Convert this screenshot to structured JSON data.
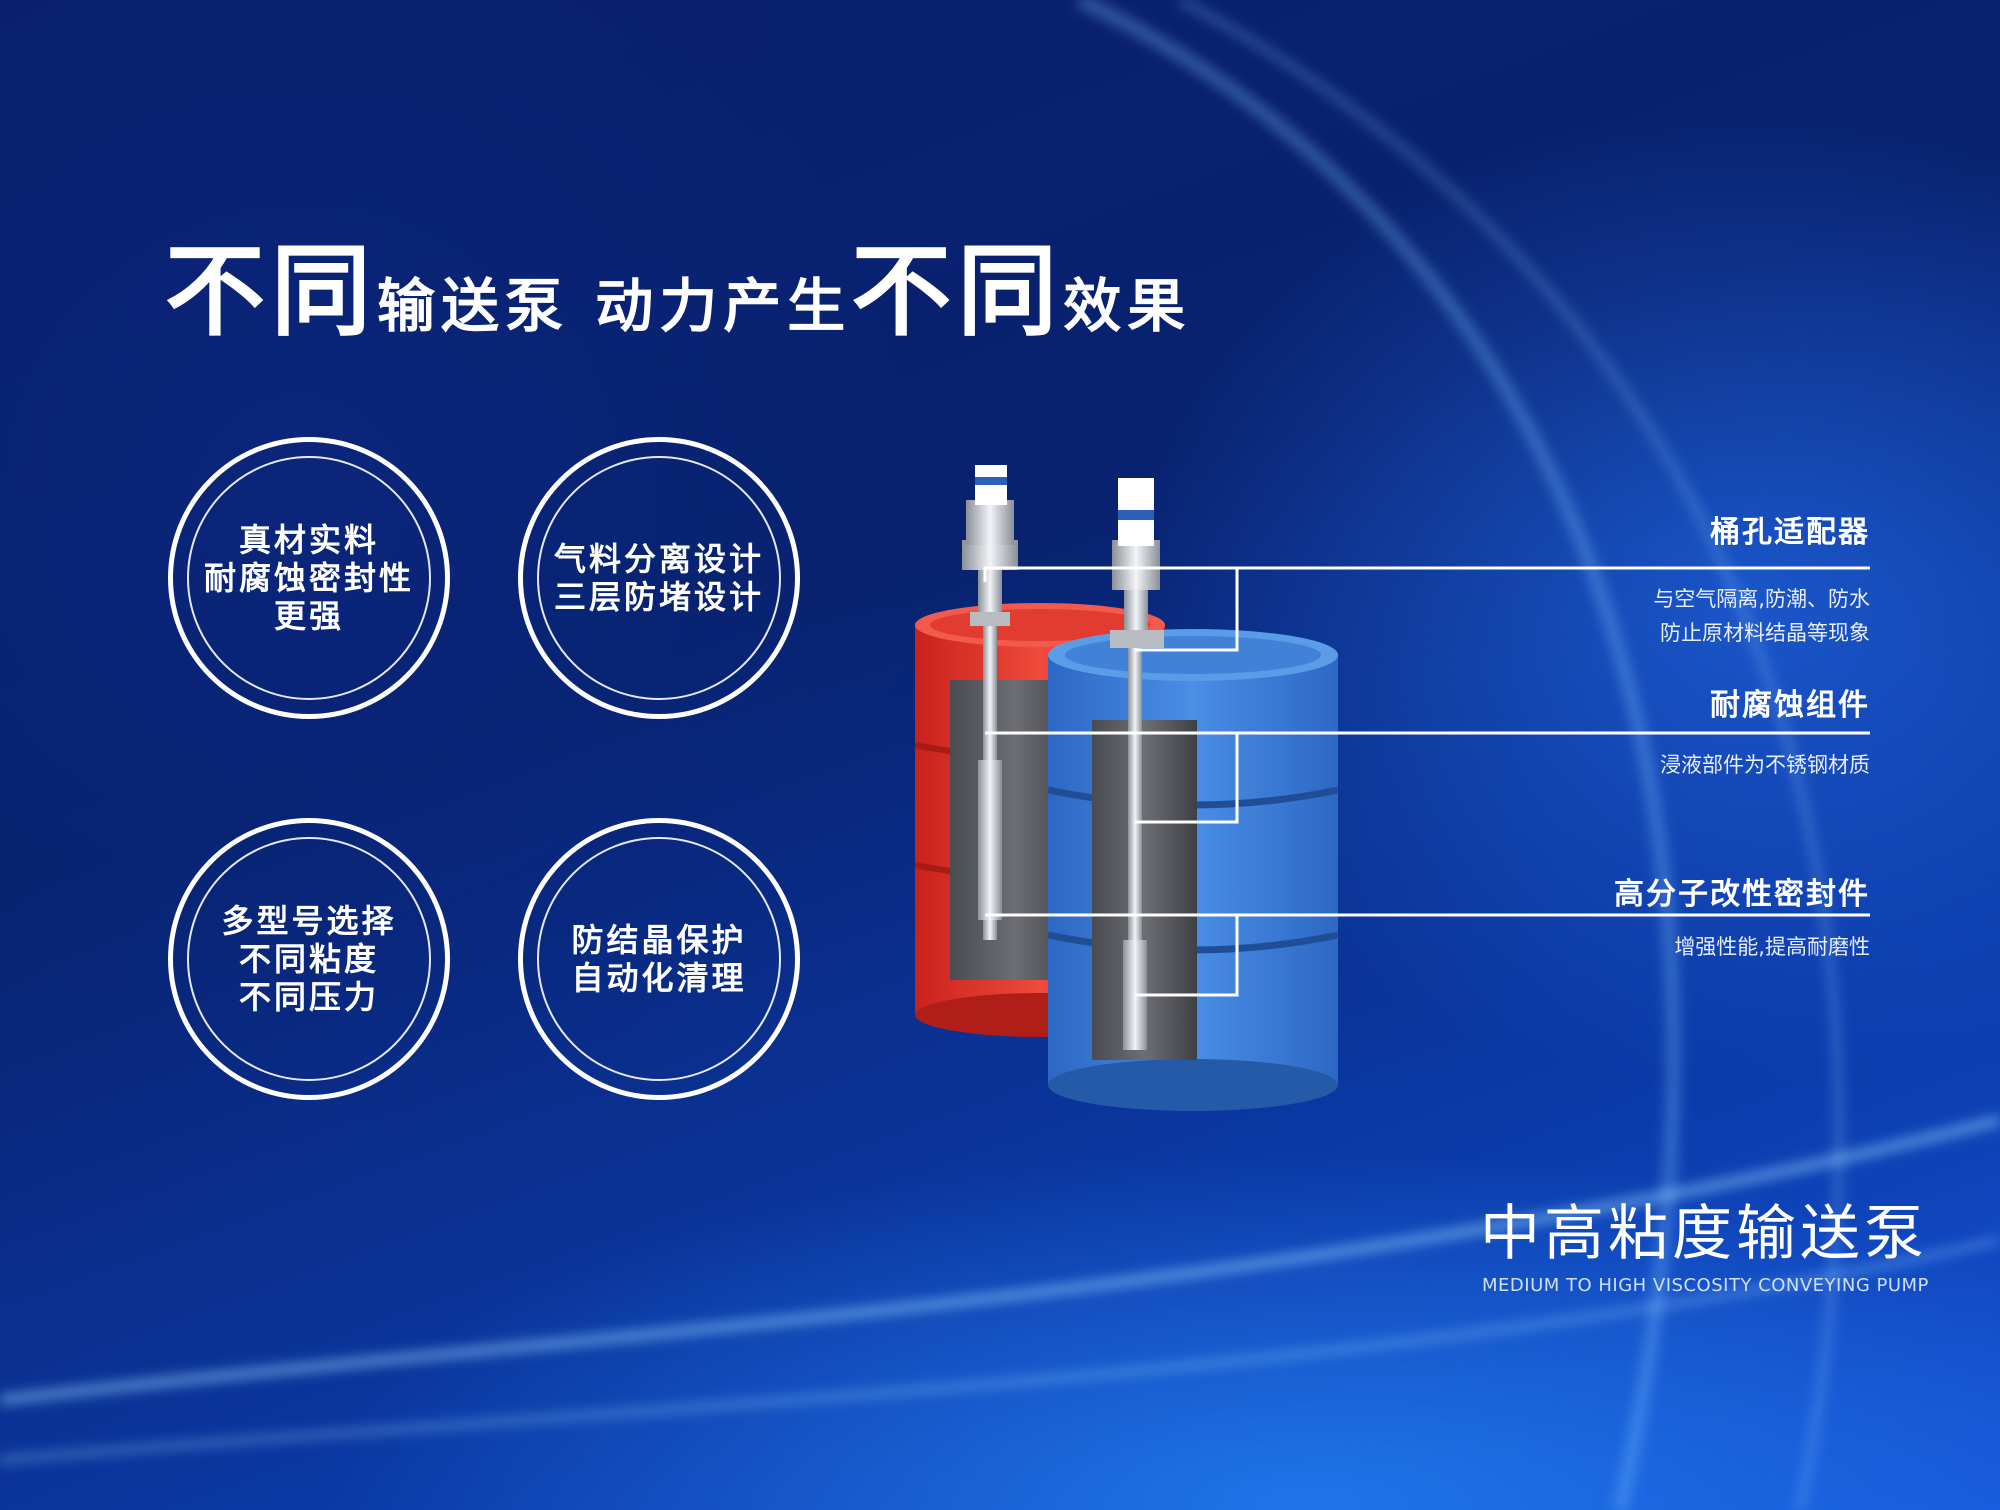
{
  "headline": {
    "part1": "不同",
    "part2": "输送泵 动力产生",
    "part3": "不同",
    "part4": "效果"
  },
  "badges": [
    {
      "lines": [
        "真材实料",
        "耐腐蚀密封性",
        "更强"
      ]
    },
    {
      "lines": [
        "气料分离设计",
        "三层防堵设计"
      ]
    },
    {
      "lines": [
        "多型号选择",
        "不同粘度",
        "不同压力"
      ]
    },
    {
      "lines": [
        "防结晶保护",
        "自动化清理"
      ]
    }
  ],
  "features": [
    {
      "title": "桶孔适配器",
      "desc": [
        "与空气隔离,防潮、防水",
        "防止原材料结晶等现象"
      ]
    },
    {
      "title": "耐腐蚀组件",
      "desc": [
        "浸液部件为不锈钢材质"
      ]
    },
    {
      "title": "高分子改性密封件",
      "desc": [
        "增强性能,提高耐磨性"
      ]
    }
  ],
  "product": {
    "name_cn": "中高粘度输送泵",
    "name_en": "MEDIUM TO HIGH VISCOSITY CONVEYING PUMP"
  },
  "colors": {
    "background": "#0a1f6e",
    "red_drum": "#e8342c",
    "blue_drum": "#3b7fd8",
    "text": "#ffffff"
  }
}
